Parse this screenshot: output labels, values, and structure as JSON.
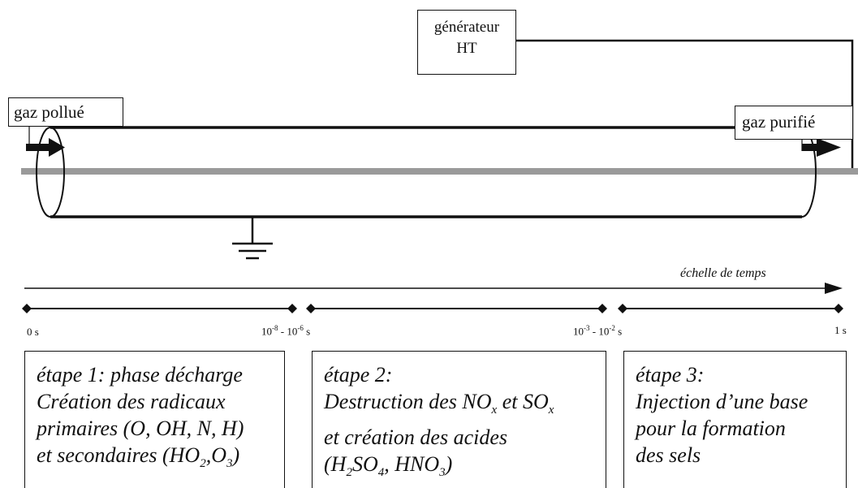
{
  "apparatus": {
    "generator": {
      "line1": "générateur",
      "line2": "HT"
    },
    "inlet_label": "gaz pollué",
    "outlet_label": "gaz purifié"
  },
  "timeline": {
    "scale_label": "échelle de temps",
    "ticks": {
      "t0": "0 s",
      "t1_left": "10",
      "t1_exp": "-8",
      "t1_sep": "- 10",
      "t1_right_exp": "-6",
      "t1_unit": "s",
      "t2_left": "10",
      "t2_exp": "-3",
      "t2_sep": "- 10",
      "t2_right_exp": "-2",
      "t2_unit": "s",
      "t3": "1 s"
    }
  },
  "steps": [
    {
      "line1": "étape 1: phase décharge",
      "line2": "Création des radicaux",
      "line3": "primaires (O, OH, N, H)",
      "line4a": "et secondaires (HO",
      "line4_sub1": "2",
      "line4b": ",O",
      "line4_sub2": "3",
      "line4c": ")"
    },
    {
      "line1": "étape 2:",
      "line2a": "Destruction des NO",
      "line2_sub1": "x",
      "line2b": " et SO",
      "line2_sub2": "x",
      "line3": "et création des acides",
      "line4a": "(H",
      "line4_sub1": "2",
      "line4b": "SO",
      "line4_sub2": "4",
      "line4c": ", HNO",
      "line4_sub3": "3",
      "line4d": ")"
    },
    {
      "line1": "étape 3:",
      "line2": "Injection d’une base",
      "line3": "pour la formation",
      "line4": "des sels"
    }
  ]
}
